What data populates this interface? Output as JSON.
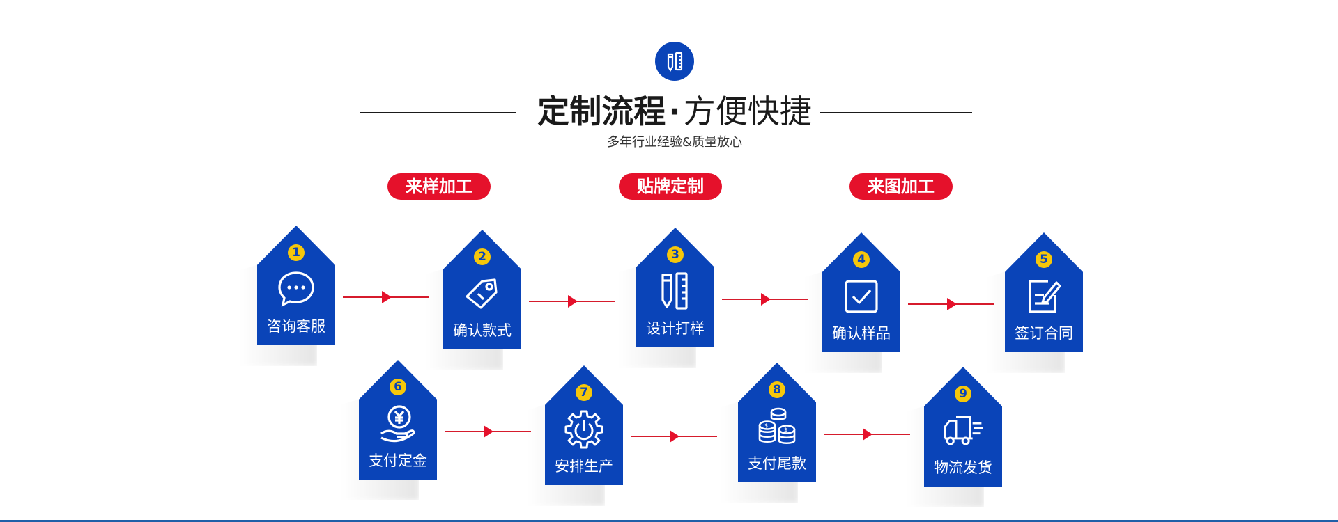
{
  "header": {
    "title_bold": "定制流程",
    "title_dot": "·",
    "title_light": "方便快捷",
    "subtitle": "多年行业经验&质量放心"
  },
  "tags": [
    "来样加工",
    "贴牌定制",
    "来图加工"
  ],
  "steps": [
    {
      "num": "1",
      "label": "咨询客服",
      "icon": "chat-bubble-icon"
    },
    {
      "num": "2",
      "label": "确认款式",
      "icon": "price-tag-icon"
    },
    {
      "num": "3",
      "label": "设计打样",
      "icon": "pencil-ruler-icon"
    },
    {
      "num": "4",
      "label": "确认样品",
      "icon": "checkbox-icon"
    },
    {
      "num": "5",
      "label": "签订合同",
      "icon": "edit-document-icon"
    },
    {
      "num": "6",
      "label": "支付定金",
      "icon": "yen-hand-icon"
    },
    {
      "num": "7",
      "label": "安排生产",
      "icon": "gear-power-icon"
    },
    {
      "num": "8",
      "label": "支付尾款",
      "icon": "coin-stack-icon"
    },
    {
      "num": "9",
      "label": "物流发货",
      "icon": "delivery-truck-icon"
    }
  ],
  "colors": {
    "card_blue": "#0a44b8",
    "accent_red": "#e5112b",
    "number_yellow": "#f6c70a"
  }
}
